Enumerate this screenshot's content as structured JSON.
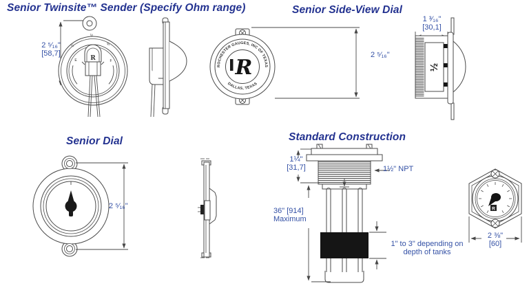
{
  "colors": {
    "title": "#233290",
    "dimension_text": "#3350a5",
    "line_art": "#4a4a4a"
  },
  "twinsite": {
    "title": "Senior Twinsite™ Sender (Specify Ohm range)",
    "dim_height": "2 ⁵⁄₁₆\"",
    "dim_height_mm": "[58,7]",
    "dial": {
      "top": "½",
      "left": "¼",
      "right": "¾",
      "bottom_left": "E",
      "bottom_right": "F",
      "logo": "R"
    }
  },
  "sideview": {
    "title": "Senior Side-View Dial",
    "ring_text_top": "ROCHESTER GAUGES, INC OF TEXAS",
    "ring_text_bottom": "DALLAS, TEXAS",
    "logo": "R",
    "dim_height": "2 ⁵⁄₁₆\"",
    "dim_width": "1 ³⁄₁₆\"",
    "dim_width_mm": "[30,1]",
    "side_marking": "½"
  },
  "senior_dial": {
    "title": "Senior Dial",
    "dim_height": "2 ⁵⁄₁₆\""
  },
  "standard": {
    "title": "Standard Construction",
    "dim_fitting": "1¼\"",
    "dim_fitting_mm": "[31,7]",
    "npt_label": "1½\" NPT",
    "dim_length_line1": "36\" [914]",
    "dim_length_line2": "Maximum",
    "float_note_line1": "1\" to 3\" depending on",
    "float_note_line2": "depth of tanks"
  },
  "hex_gauge": {
    "dim_width": "2 ⅜\"",
    "dim_width_mm": "[60]",
    "logo": "R"
  }
}
